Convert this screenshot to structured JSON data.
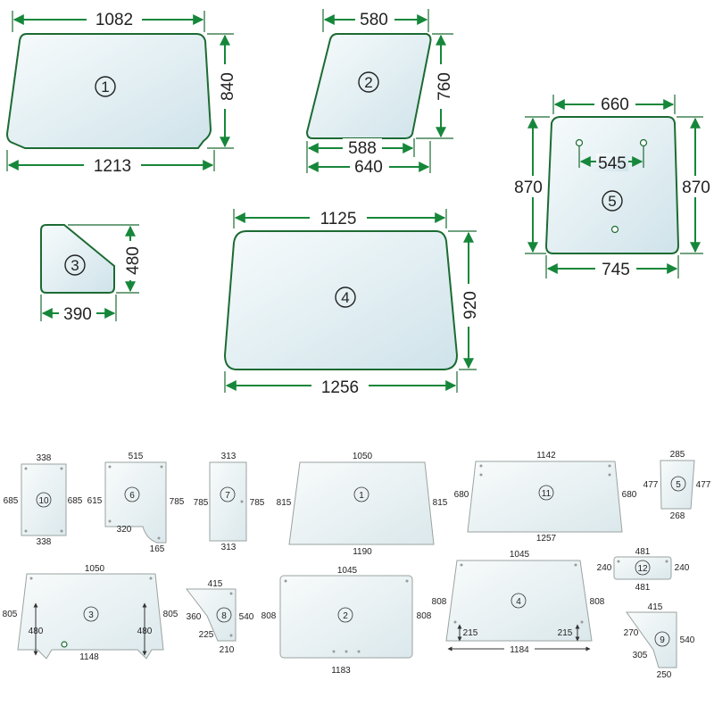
{
  "large_panes": [
    {
      "id": "1",
      "dims": {
        "top": "1082",
        "bottom": "1213",
        "right": "840"
      }
    },
    {
      "id": "2",
      "dims": {
        "top": "580",
        "inner_bottom": "588",
        "bottom": "640",
        "right": "760"
      }
    },
    {
      "id": "3",
      "dims": {
        "bottom": "390",
        "right": "480"
      }
    },
    {
      "id": "4",
      "dims": {
        "top": "1125",
        "bottom": "1256",
        "right": "920"
      }
    },
    {
      "id": "5",
      "dims": {
        "top": "660",
        "holes": "545",
        "bottom": "745",
        "left": "870",
        "right": "870"
      }
    }
  ],
  "small_panes": [
    {
      "id": "10",
      "dims": {
        "top": "338",
        "bottom": "338",
        "left": "685",
        "right": "685"
      }
    },
    {
      "id": "6",
      "dims": {
        "top": "515",
        "left": "615",
        "right": "785",
        "notch": "320",
        "bottom": "165"
      }
    },
    {
      "id": "7",
      "dims": {
        "top": "313",
        "bottom": "313",
        "left": "785",
        "right": "785"
      }
    },
    {
      "id": "1",
      "dims": {
        "top": "1050",
        "bottom": "1190",
        "left": "815",
        "right": "815"
      }
    },
    {
      "id": "11",
      "dims": {
        "top": "1142",
        "bottom": "1257",
        "left": "680",
        "right": "680"
      }
    },
    {
      "id": "5",
      "dims": {
        "top": "285",
        "bottom": "268",
        "left": "477",
        "right": "477"
      }
    },
    {
      "id": "12",
      "dims": {
        "top": "481",
        "bottom": "481",
        "left": "240",
        "right": "240"
      }
    },
    {
      "id": "3",
      "dims": {
        "top": "1050",
        "bottom": "1148",
        "left": "805",
        "right": "805",
        "inner_left": "480",
        "inner_right": "480"
      }
    },
    {
      "id": "8",
      "dims": {
        "top": "415",
        "left": "360",
        "mid": "225",
        "right": "540",
        "bottom": "210"
      }
    },
    {
      "id": "2",
      "dims": {
        "top": "1045",
        "bottom": "1183",
        "left": "808",
        "right": "808"
      }
    },
    {
      "id": "4",
      "dims": {
        "top": "1045",
        "bottom": "1184",
        "left": "808",
        "right": "808",
        "inner_left": "215",
        "inner_right": "215"
      }
    },
    {
      "id": "9",
      "dims": {
        "top": "415",
        "left": "270",
        "mid": "305",
        "right": "540",
        "bottom": "250"
      }
    }
  ]
}
